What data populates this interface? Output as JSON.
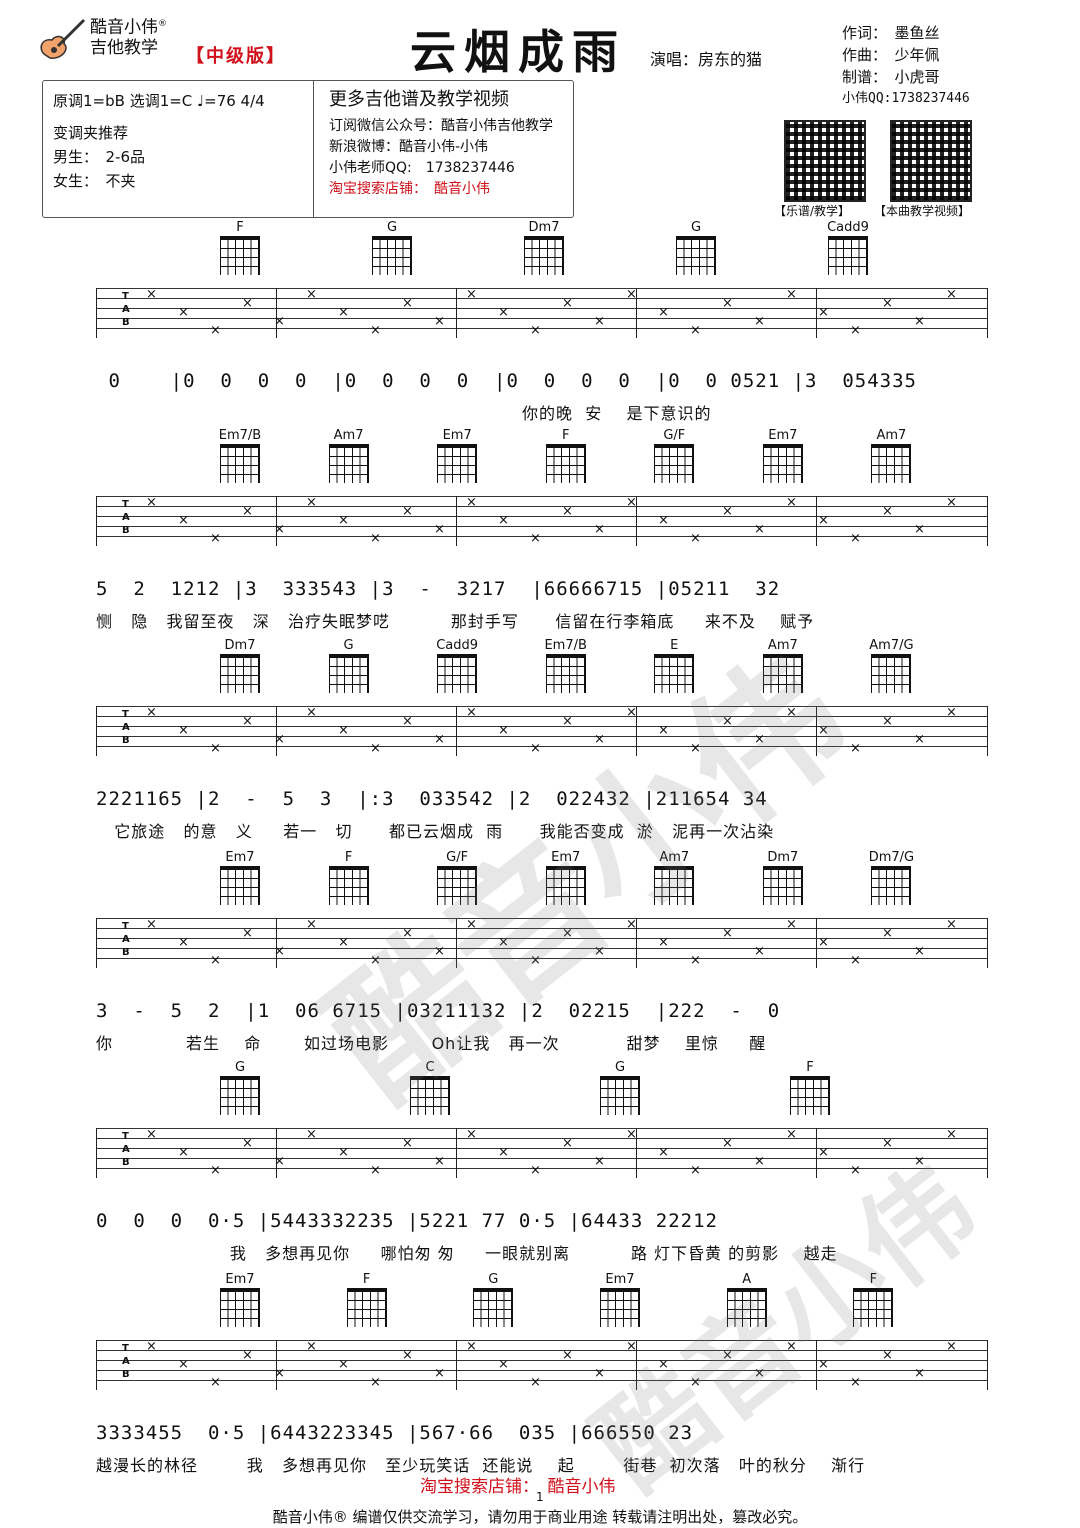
{
  "header": {
    "brand_line1": "酷音小伟",
    "brand_reg": "®",
    "brand_line2": "吉他教学",
    "edition": "【中级版】",
    "title": "云烟成雨",
    "singer": "演唱：房东的猫",
    "lyricist": "作词：　墨鱼丝",
    "composer": "作曲：　少年佩",
    "arranger": "制谱：　小虎哥",
    "qq": "小伟QQ:1738237446"
  },
  "info": {
    "key": "原调1=bB   选调1=C  ♩=76  4/4",
    "capo_title": "变调夹推荐",
    "male": "男生：　2-6品",
    "female": "女生：　不夹",
    "more_title": "更多吉他谱及教学视频",
    "wechat": "订阅微信公众号：酷音小伟吉他教学",
    "weibo": "新浪微博：酷音小伟-小伟",
    "teacher_qq": "小伟老师QQ:　1738237446",
    "taobao": "淘宝搜索店铺：　酷音小伟"
  },
  "qr": {
    "caption1": "【乐谱/教学】",
    "caption2": "【本曲教学视频】"
  },
  "systems": [
    {
      "chords": [
        "F",
        "G",
        "Dm7",
        "G",
        "Cadd9"
      ],
      "jianpu": " 0    |0  0  0  0  |0  0  0  0  |0  0  0  0  |0  0 0521 |3  054335",
      "lyrics": "                                                                      你的晚  安    是下意识的"
    },
    {
      "chords": [
        "Em7/B",
        "Am7",
        "Em7",
        "F",
        "G/F",
        "Em7",
        "Am7"
      ],
      "jianpu": "5  2  1212 |3  333543 |3  -  3217  |66666715 |05211  32",
      "lyrics": "恻   隐   我留至夜   深   治疗失眠梦呓          那封手写      信留在行李箱底     来不及    赋予"
    },
    {
      "chords": [
        "Dm7",
        "G",
        "Cadd9",
        "Em7/B",
        "E",
        "Am7",
        "Am7/G"
      ],
      "jianpu": "2221165 |2  -  5  3  |:3  033542 |2  022432 |211654 34",
      "lyrics": "   它旅途   的意   义     若一   切      都已云烟成  雨      我能否变成  淤   泥再一次沾染"
    },
    {
      "chords": [
        "Em7",
        "F",
        "G/F",
        "Em7",
        "Am7",
        "Dm7",
        "Dm7/G"
      ],
      "jianpu": "3  -  5  2  |1  06 6715 |03211132 |2  02215  |222  -  0",
      "lyrics": "你            若生    命       如过场电影       Oh让我   再一次           甜梦    里惊     醒"
    },
    {
      "chords": [
        "G",
        "C",
        "G",
        "F"
      ],
      "jianpu": "0  0  0  0·5 |5443332235 |5221 77 0·5 |64433 22212",
      "lyrics": "                      我   多想再见你     哪怕匆 匆     一眼就别离          路 灯下昏黄 的剪影    越走"
    },
    {
      "chords": [
        "Em7",
        "F",
        "G",
        "Em7",
        "A",
        "F"
      ],
      "jianpu": "3333455  0·5 |6443223345 |567·66  035 |666550 23",
      "lyrics": "越漫长的林径        我   多想再见你   至少玩笑话  还能说    起        街巷  初次落   叶的秋分    渐行"
    }
  ],
  "footer": {
    "shop": "淘宝搜索店铺：　酷音小伟",
    "page": "1",
    "notice": "酷音小伟® 编谱仅供交流学习，请勿用于商业用途  转载请注明出处，篡改必究。"
  },
  "watermark": {
    "text1": "酷音小伟",
    "text2": "酷音小伟"
  }
}
